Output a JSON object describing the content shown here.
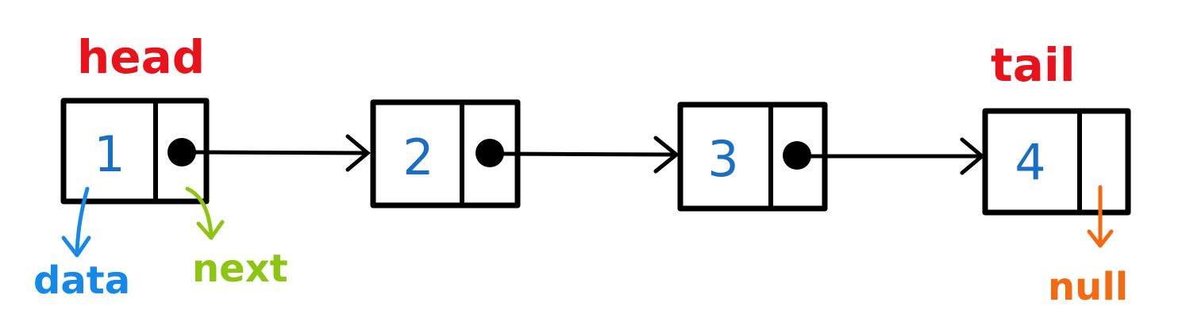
{
  "diagram": {
    "colors": {
      "stroke": "#000000",
      "value_blue": "#1a6fc4",
      "pointer_red": "#e8131b",
      "data_blue": "#1689e8",
      "next_green": "#8cc512",
      "null_orange": "#f26b12"
    },
    "nodes": [
      {
        "value": "1",
        "has_next": true
      },
      {
        "value": "2",
        "has_next": true
      },
      {
        "value": "3",
        "has_next": true
      },
      {
        "value": "4",
        "has_next": false
      }
    ],
    "labels": {
      "head": "head",
      "tail": "tail",
      "data": "data",
      "next": "next",
      "null": "null"
    }
  }
}
